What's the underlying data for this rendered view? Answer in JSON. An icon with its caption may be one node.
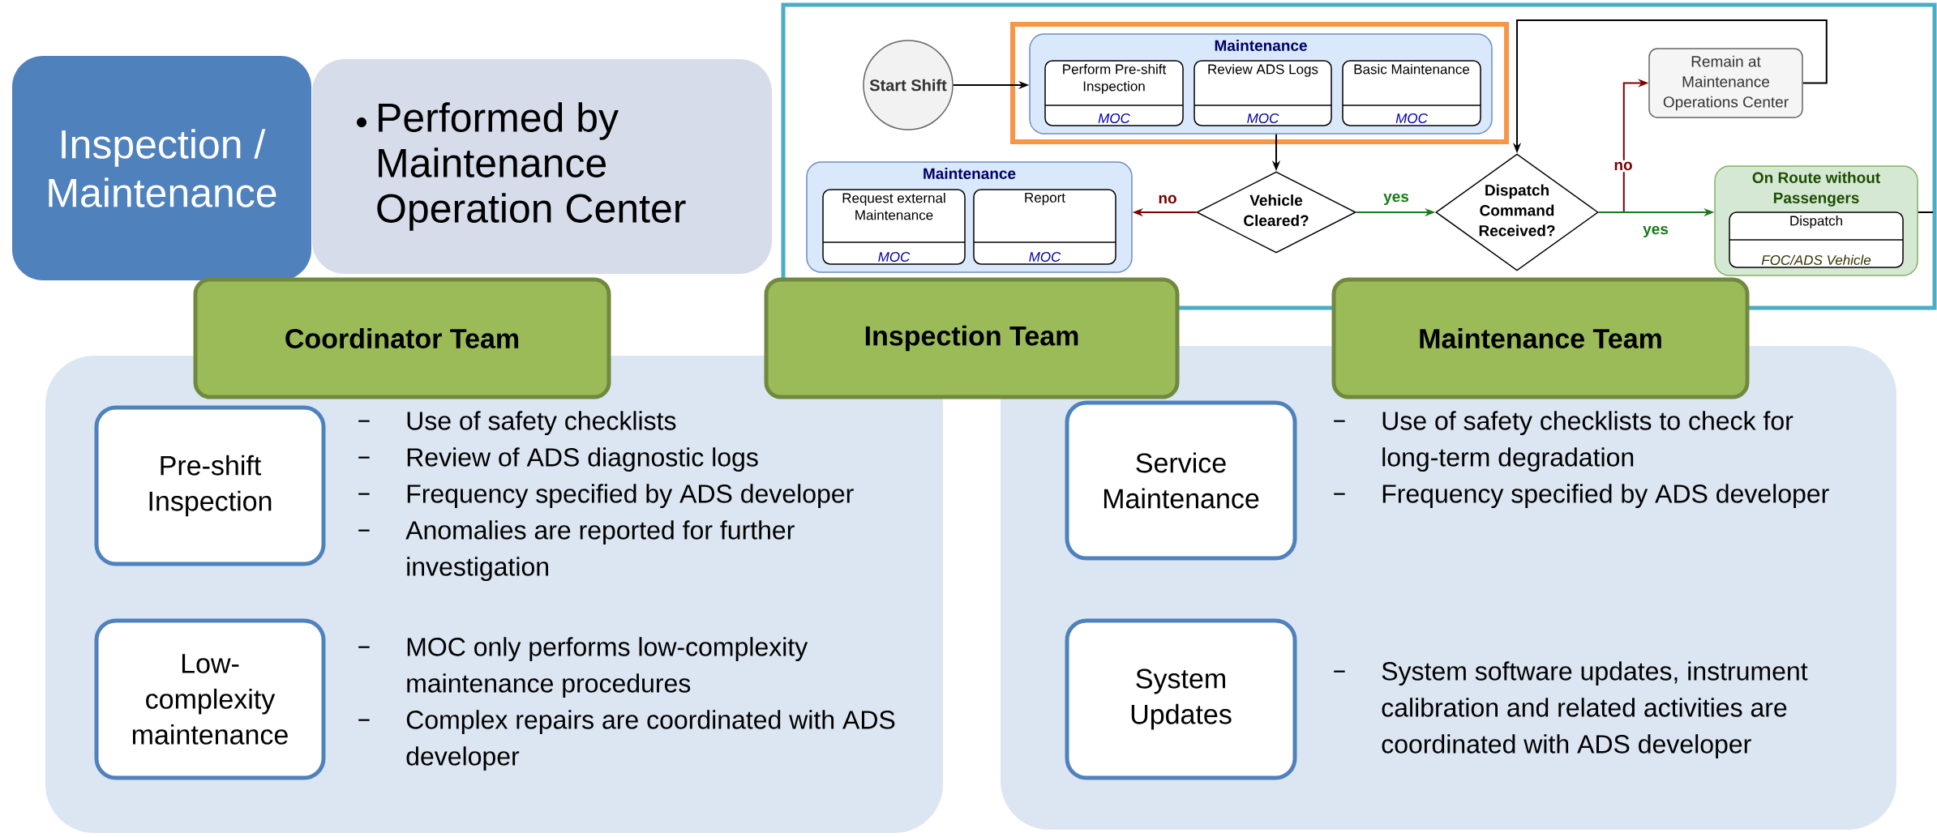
{
  "diagram": {
    "nodes": [
      {
        "text": [
          "Inspection / Maintenance"
        ]
      },
      {
        "text": [
          "Performed by Maintenance Operation Center"
        ]
      },
      {
        "text": [
          "Start Shift"
        ]
      },
      {
        "text": [
          "Maintenance"
        ]
      },
      {
        "text": [
          "Perform Pre-shift Inspection",
          "MOC"
        ],
        "in": 3
      },
      {
        "text": [
          "Review ADS Logs",
          "MOC"
        ],
        "in": 3
      },
      {
        "text": [
          "Basic Maintenance",
          "MOC"
        ],
        "in": 3
      },
      {
        "text": [
          "Maintenance"
        ]
      },
      {
        "text": [
          "Request external Maintenance",
          "MOC"
        ],
        "in": 7
      },
      {
        "text": [
          "Report",
          "MOC"
        ],
        "in": 7
      },
      {
        "text": [
          "Vehicle Cleared?"
        ]
      },
      {
        "text": [
          "Dispatch Command Received?"
        ]
      },
      {
        "text": [
          "Remain at Maintenance Operations Center"
        ]
      },
      {
        "text": [
          "On Route without Passengers"
        ]
      },
      {
        "text": [
          "Dispatch",
          "FOC/ADS Vehicle"
        ],
        "in": 13
      },
      {
        "text": [
          "Coordinator Team"
        ]
      },
      {
        "text": [
          "Inspection Team"
        ]
      },
      {
        "text": [
          "Maintenance Team"
        ]
      },
      {
        "text": [],
        "shape": "box"
      },
      {
        "text": [
          "Pre-shift Inspection"
        ],
        "in": 18,
        "beside": [
          "Use of safety checklists",
          "Review of ADS diagnostic logs",
          "Frequency specified by ADS developer",
          "Anomalies are reported for further investigation"
        ]
      },
      {
        "text": [
          "Low-complexity maintenance"
        ],
        "in": 18,
        "beside": [
          "MOC only performs low-complexity maintenance procedures",
          "Complex repairs are coordinated with ADS developer"
        ]
      },
      {
        "text": [],
        "shape": "box"
      },
      {
        "text": [
          "Service Maintenance"
        ],
        "in": 21,
        "beside": [
          "Use of safety checklists to check for long-term degradation",
          "Frequency specified by ADS developer"
        ]
      },
      {
        "text": [
          "System Updates"
        ],
        "in": 21,
        "beside": [
          "System software updates, instrument calibration and related activities are coordinated with ADS developer"
        ]
      }
    ],
    "edges": [
      {
        "from": 2,
        "to": 3,
        "arrow": "to"
      },
      {
        "from": 3,
        "to": 10,
        "arrow": "to"
      },
      {
        "from": 10,
        "to": 7,
        "arrow": "to",
        "label": "no",
        "color": "#7b0000"
      },
      {
        "from": 10,
        "to": 11,
        "arrow": "to",
        "label": "yes",
        "color": "#1a7a1a"
      },
      {
        "from": 11,
        "to": 12,
        "arrow": "to",
        "label": "no",
        "color": "#7b0000"
      },
      {
        "from": 11,
        "to": 13,
        "arrow": "to",
        "label": "yes",
        "color": "#1a7a1a"
      },
      {
        "from": 12,
        "to": 11,
        "arrow": "to"
      },
      {
        "from": 13,
        "to": null,
        "arrow": "none"
      }
    ]
  }
}
